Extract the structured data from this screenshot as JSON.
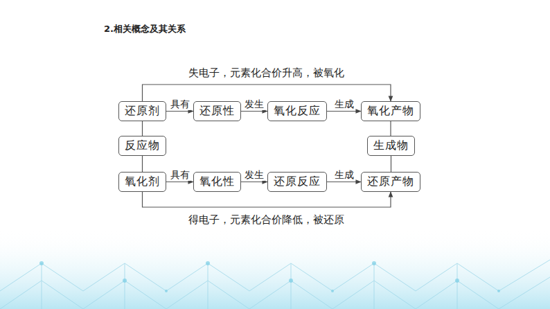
{
  "diagram": {
    "title": "2.相关概念及其关系",
    "nodes": [
      {
        "text": [
          "还原剂"
        ]
      },
      {
        "text": [
          "还原性"
        ]
      },
      {
        "text": [
          "氧化反应"
        ]
      },
      {
        "text": [
          "氧化产物"
        ]
      },
      {
        "text": [
          "反应物"
        ]
      },
      {
        "text": [
          "生成物"
        ]
      },
      {
        "text": [
          "氧化剂"
        ]
      },
      {
        "text": [
          "氧化性"
        ]
      },
      {
        "text": [
          "还原反应"
        ]
      },
      {
        "text": [
          "还原产物"
        ]
      }
    ],
    "edges": [
      {
        "from": 0,
        "to": 1,
        "label": "具有",
        "arrow": "to"
      },
      {
        "from": 1,
        "to": 2,
        "label": "发生",
        "arrow": "to"
      },
      {
        "from": 2,
        "to": 3,
        "label": "生成",
        "arrow": "to"
      },
      {
        "from": 0,
        "to": 3,
        "label": "失电子，元素化合价升高，被氧化",
        "arrow": "to"
      },
      {
        "from": 0,
        "to": 4,
        "arrow": "none"
      },
      {
        "from": 4,
        "to": 6,
        "arrow": "none"
      },
      {
        "from": 3,
        "to": 5,
        "arrow": "none"
      },
      {
        "from": 5,
        "to": 9,
        "arrow": "none"
      },
      {
        "from": 6,
        "to": 7,
        "label": "具有",
        "arrow": "to"
      },
      {
        "from": 7,
        "to": 8,
        "label": "发生",
        "arrow": "to"
      },
      {
        "from": 8,
        "to": 9,
        "label": "生成",
        "arrow": "to"
      },
      {
        "from": 6,
        "to": 9,
        "label": "得电子，元素化合价降低，被还原",
        "arrow": "to"
      }
    ]
  }
}
